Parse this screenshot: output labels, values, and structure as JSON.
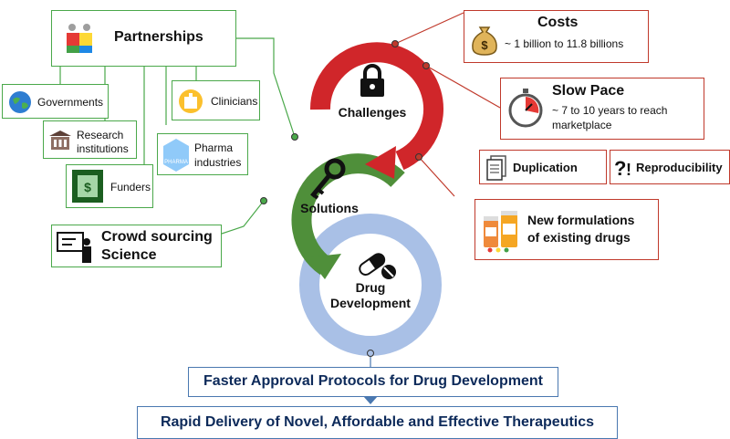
{
  "partnerships": {
    "title": "Partnerships",
    "governments": "Governments",
    "research": [
      "Research",
      "institutions"
    ],
    "funders": "Funders",
    "clinicians": "Clinicians",
    "pharma": [
      "Pharma",
      "industries"
    ],
    "pharma_icon_text": "PHARMA"
  },
  "crowd": [
    "Crowd sourcing",
    "Science"
  ],
  "costs": {
    "title": "Costs",
    "detail": "~ 1 billion to 11.8 billions"
  },
  "slow_pace": {
    "title": "Slow Pace",
    "detail": [
      "~ 7 to 10 years to reach",
      "marketplace"
    ]
  },
  "duplication": "Duplication",
  "reproducibility": "Reproducibility",
  "new_formulations": [
    "New formulations",
    "of existing drugs"
  ],
  "rings": {
    "challenges": "Challenges",
    "solutions": "Solutions",
    "drug_dev": [
      "Drug",
      "Development"
    ]
  },
  "faster_approval": "Faster Approval Protocols for Drug Development",
  "rapid_delivery": "Rapid Delivery of Novel, Affordable and Effective Therapeutics",
  "colors": {
    "red": "#c0392b",
    "green": "#4aa84a",
    "blue": "#4a78b0",
    "ring_red": "#d0262a",
    "ring_green": "#4f8f3a",
    "ring_blue": "#a9c0e6",
    "navy": "#0d2a5a"
  }
}
